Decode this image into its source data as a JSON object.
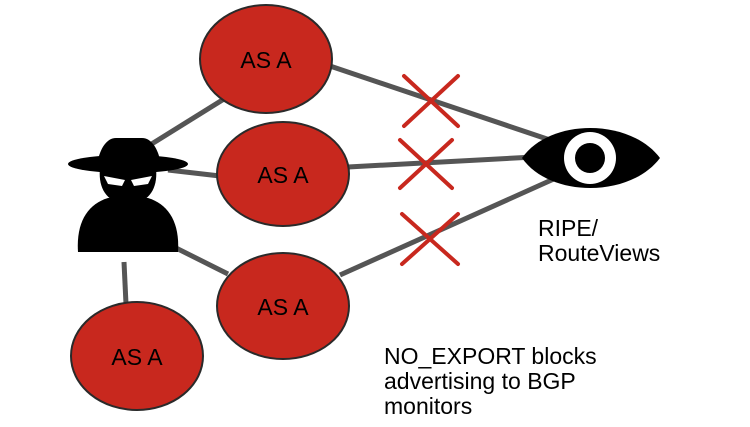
{
  "colors": {
    "node_fill": "#c8281e",
    "node_stroke": "#2a2a2a",
    "edge": "#555555",
    "cross": "#c8281e",
    "ink": "#000000",
    "background": "#ffffff"
  },
  "icons": {
    "attacker": "spy-attacker-icon",
    "monitor": "eye-icon",
    "blocked": "cross-mark-icon"
  },
  "nodes": [
    {
      "id": "as-top",
      "label": "AS A"
    },
    {
      "id": "as-middle",
      "label": "AS A"
    },
    {
      "id": "as-lower",
      "label": "AS A"
    },
    {
      "id": "as-bottom-left",
      "label": "AS A"
    }
  ],
  "monitor": {
    "label_line1": "RIPE/",
    "label_line2": "RouteViews"
  },
  "note": {
    "line1": "NO_EXPORT blocks",
    "line2": "advertising to BGP",
    "line3": "monitors"
  }
}
